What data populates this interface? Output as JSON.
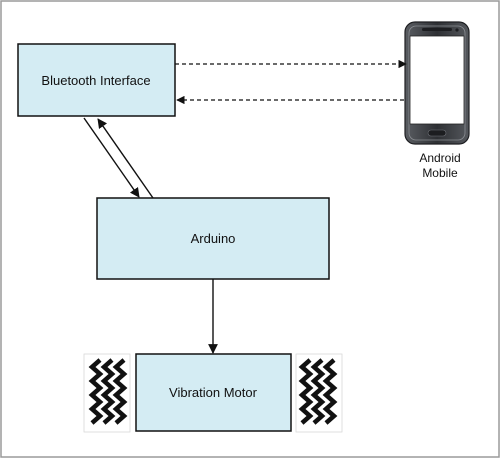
{
  "nodes": {
    "bluetooth": {
      "label": "Bluetooth Interface"
    },
    "arduino": {
      "label": "Arduino"
    },
    "vibration_motor": {
      "label": "Vibration Motor"
    },
    "android_mobile": {
      "label_line1": "Android",
      "label_line2": "Mobile"
    }
  },
  "colors": {
    "box_fill": "#d4ecf3",
    "box_stroke": "#111111",
    "frame_stroke": "#9a9a9a",
    "line": "#111111",
    "phone_body": "#3a3c40",
    "phone_screen": "#ffffff"
  },
  "icons": {
    "phone": "smartphone-icon",
    "vibration": "zigzag-vibration-icon"
  }
}
